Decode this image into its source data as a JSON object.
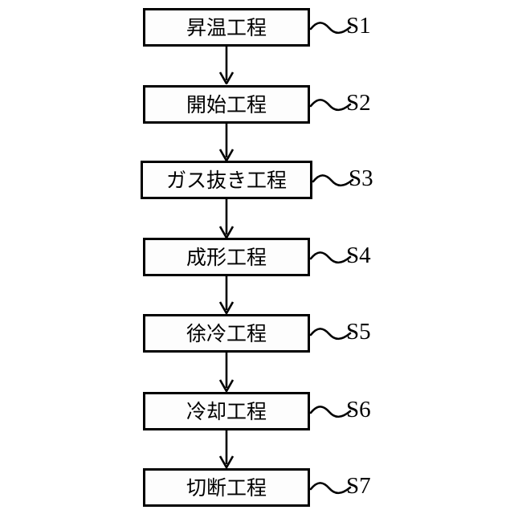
{
  "diagram": {
    "type": "flowchart",
    "orientation": "vertical",
    "title": "",
    "colors": {
      "stroke": "#000000",
      "box_fill": "#fdfdfd",
      "background": "#ffffff",
      "text": "#000000"
    },
    "steps": [
      {
        "label": "昇温工程",
        "tag": "S1"
      },
      {
        "label": "開始工程",
        "tag": "S2"
      },
      {
        "label": "ガス抜き工程",
        "tag": "S3"
      },
      {
        "label": "成形工程",
        "tag": "S4"
      },
      {
        "label": "徐冷工程",
        "tag": "S5"
      },
      {
        "label": "冷却工程",
        "tag": "S6"
      },
      {
        "label": "切断工程",
        "tag": "S7"
      }
    ],
    "connectors": [
      {
        "from": "S1",
        "to": "S2",
        "style": "arrow-down"
      },
      {
        "from": "S2",
        "to": "S3",
        "style": "arrow-down"
      },
      {
        "from": "S3",
        "to": "S4",
        "style": "arrow-down"
      },
      {
        "from": "S4",
        "to": "S5",
        "style": "arrow-down"
      },
      {
        "from": "S5",
        "to": "S6",
        "style": "arrow-down"
      },
      {
        "from": "S6",
        "to": "S7",
        "style": "arrow-down"
      }
    ]
  }
}
